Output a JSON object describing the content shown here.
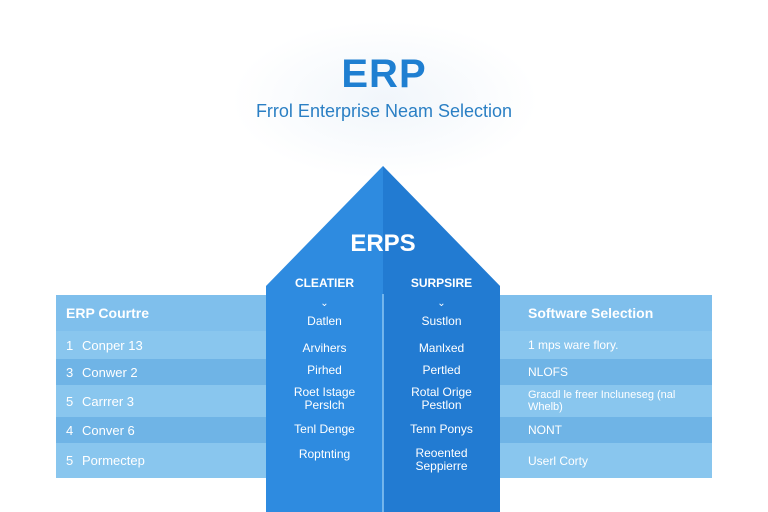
{
  "header": {
    "title": "ERP",
    "subtitle": "Frrol Enterprise Neam Selection"
  },
  "center": {
    "title": "ERPS",
    "left_column": {
      "heading": "CLEATIER",
      "chevron": "⌄",
      "items": [
        "Datlen",
        "Arvihers",
        "Pirhed",
        "Roet Istage Perslch",
        "Tenl Denge",
        "Roptnting"
      ]
    },
    "right_column": {
      "heading": "SURPSIRE",
      "chevron": "⌄",
      "items": [
        "Sustlon",
        "Manlxed",
        "Pertled",
        "Rotal Orige Pestlon",
        "Tenn Ponys",
        "Reoented Seppierre"
      ]
    }
  },
  "left_panel": {
    "header": "ERP Courtre",
    "rows": [
      {
        "num": "1",
        "label": "Conper 13"
      },
      {
        "num": "3",
        "label": "Conwer 2"
      },
      {
        "num": "5",
        "label": "Carrrer 3"
      },
      {
        "num": "4",
        "label": "Conver 6"
      },
      {
        "num": "5",
        "label": "Pormectep"
      }
    ]
  },
  "right_panel": {
    "header": "Software Selection",
    "rows": [
      {
        "label": "1 mps ware flory."
      },
      {
        "label": "NLOFS"
      },
      {
        "label": "Gracdl le freer Incluneseg (nal Whelb)"
      },
      {
        "label": "NONT"
      },
      {
        "label": "Userl Corty"
      }
    ]
  },
  "colors": {
    "accent": "#1f7fd1",
    "house_light": "#2e8be0",
    "house_dark": "#1a6fc7",
    "panel_header": "#7fbfec",
    "row_light": "#89c6ee",
    "row_dark": "#6fb4e6"
  }
}
